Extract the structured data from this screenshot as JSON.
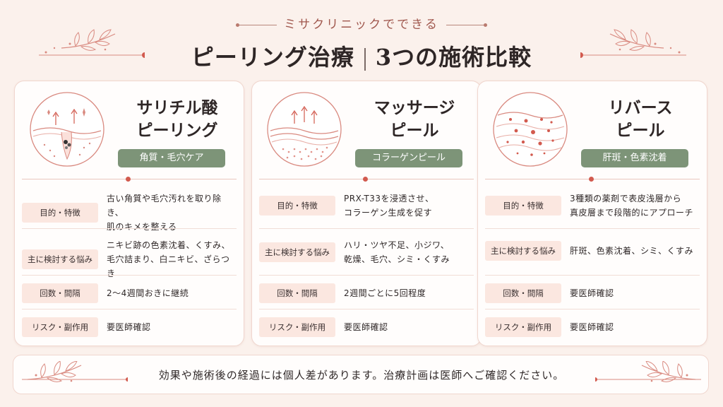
{
  "header": {
    "subtitle": "ミサクリニックでできる",
    "title_left": "ピーリング治療",
    "title_right": "3つの施術比較"
  },
  "cards": [
    {
      "name_line1": "サリチル酸",
      "name_line2": "ピーリング",
      "tag": "角質・毛穴ケア",
      "icon": "salicylic-skin-icon",
      "rows": [
        {
          "label": "目的・特徴",
          "line1": "古い角質や毛穴汚れを取り除き、",
          "line2": "肌のキメを整える"
        },
        {
          "label": "主に検討する悩み",
          "line1": "ニキビ跡の色素沈着、くすみ、",
          "line2": "毛穴詰まり、白ニキビ、ざらつき"
        },
        {
          "label": "回数・間隔",
          "line1": "2〜4週間おきに継続",
          "line2": ""
        },
        {
          "label": "リスク・副作用",
          "line1": "要医師確認",
          "line2": ""
        }
      ]
    },
    {
      "name_line1": "マッサージ",
      "name_line2": "ピール",
      "tag": "コラーゲンピール",
      "icon": "massage-peel-skin-icon",
      "rows": [
        {
          "label": "目的・特徴",
          "line1": "PRX-T33を浸透させ、",
          "line2": "コラーゲン生成を促す"
        },
        {
          "label": "主に検討する悩み",
          "line1": "ハリ・ツヤ不足、小ジワ、",
          "line2": "乾燥、毛穴、シミ・くすみ"
        },
        {
          "label": "回数・間隔",
          "line1": "2週間ごとに5回程度",
          "line2": ""
        },
        {
          "label": "リスク・副作用",
          "line1": "要医師確認",
          "line2": ""
        }
      ]
    },
    {
      "name_line1": "リバース",
      "name_line2": "ピール",
      "tag": "肝斑・色素沈着",
      "icon": "reverse-peel-skin-icon",
      "rows": [
        {
          "label": "目的・特徴",
          "line1": "3種類の薬剤で表皮浅層から",
          "line2": "真皮層まで段階的にアプローチ"
        },
        {
          "label": "主に検討する悩み",
          "line1": "肝斑、色素沈着、シミ、くすみ",
          "line2": ""
        },
        {
          "label": "回数・間隔",
          "line1": "要医師確認",
          "line2": ""
        },
        {
          "label": "リスク・副作用",
          "line1": "要医師確認",
          "line2": ""
        }
      ]
    }
  ],
  "footer": {
    "note": "効果や施術後の経過には個人差があります。治療計画は医師へご確認ください。"
  },
  "colors": {
    "accent_red": "#d25a4e",
    "tag_green": "#7d9478",
    "label_pink": "#fbe7e0",
    "background": "#fbf1ec"
  }
}
